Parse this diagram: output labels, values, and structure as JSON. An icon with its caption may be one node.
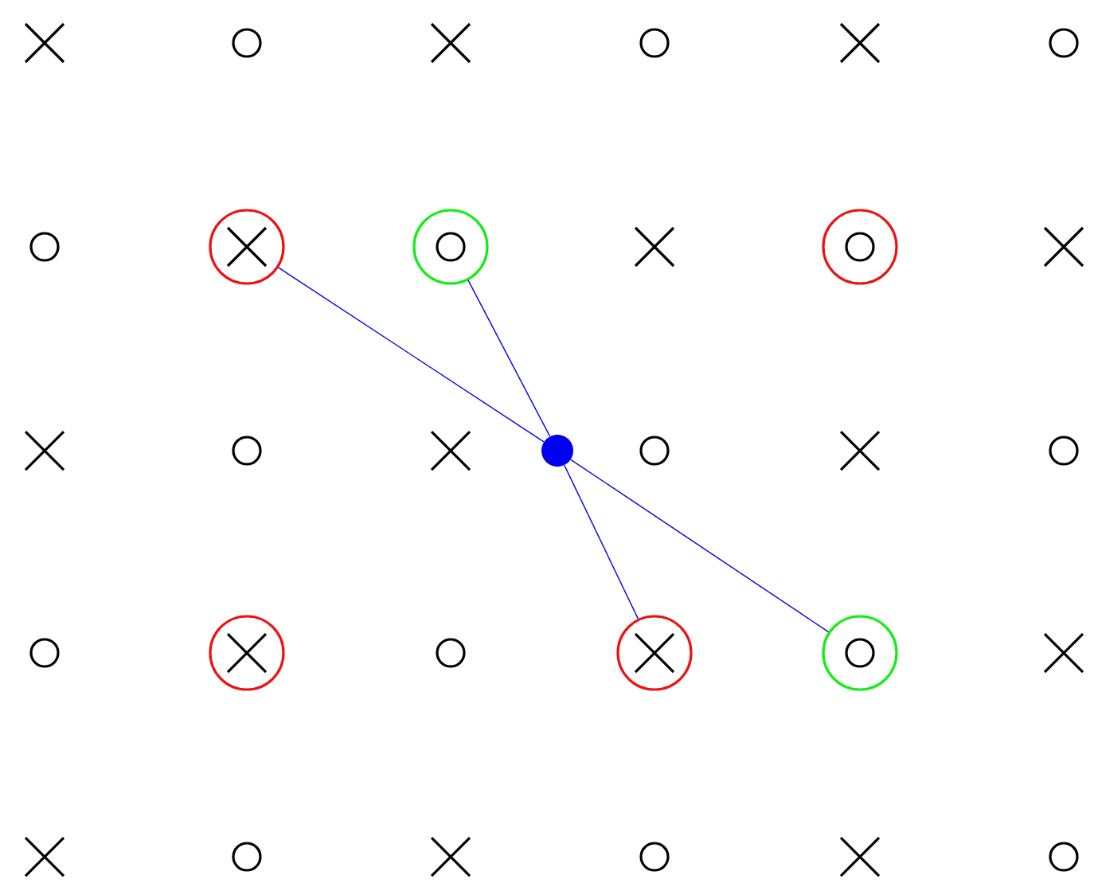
{
  "diagram": {
    "nodes": [
      {
        "text": [],
        "shape": "circle"
      },
      {
        "text": [],
        "shape": "circle"
      },
      {
        "text": [],
        "shape": "circle"
      },
      {
        "text": [],
        "shape": "dot"
      },
      {
        "text": [],
        "shape": "circle"
      },
      {
        "text": [],
        "shape": "circle"
      },
      {
        "text": [],
        "shape": "circle"
      }
    ],
    "edges": [
      {
        "from": 3,
        "to": 0,
        "arrow": "none"
      },
      {
        "from": 3,
        "to": 1,
        "arrow": "none"
      },
      {
        "from": 3,
        "to": 5,
        "arrow": "none"
      },
      {
        "from": 3,
        "to": 6,
        "arrow": "none"
      }
    ]
  }
}
